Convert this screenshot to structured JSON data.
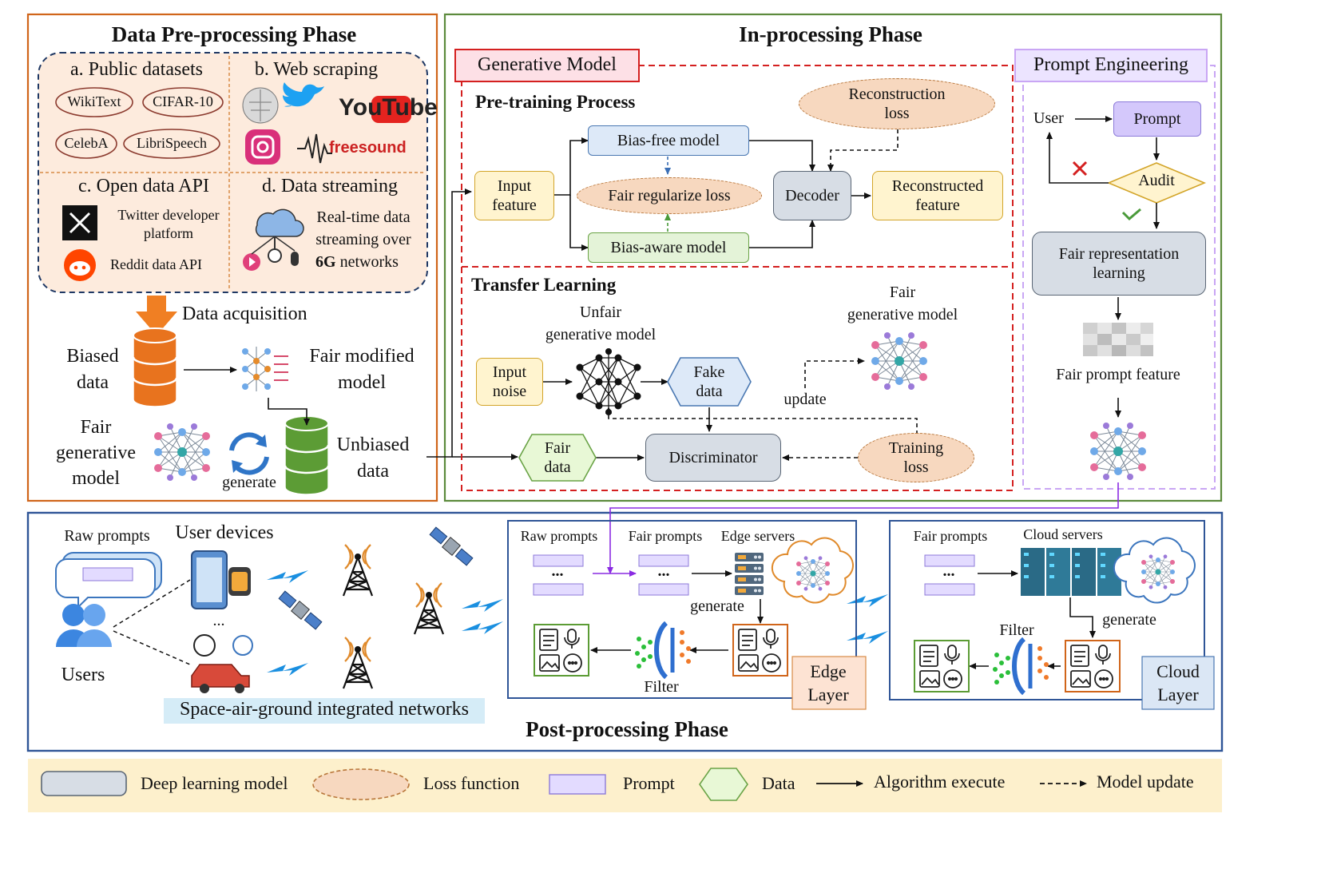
{
  "pre": {
    "title": "Data Pre-processing Phase",
    "public_title": "a. Public datasets",
    "datasets": [
      "WikiText",
      "CIFAR-10",
      "CelebA",
      "LibriSpeech"
    ],
    "web_title": "b. Web scraping",
    "web_logos": [
      "YouTube",
      "freesound"
    ],
    "api_title": "c. Open data API",
    "api_items": [
      "Twitter developer platform",
      "Reddit data API"
    ],
    "stream_title": "d. Data streaming",
    "stream_text": [
      "Real-time data",
      "streaming over"
    ],
    "stream_bold": "6G",
    "stream_tail": "networks",
    "acquisition": "Data acquisition",
    "biased": [
      "Biased",
      "data"
    ],
    "fair_modified": [
      "Fair modified",
      "model"
    ],
    "fair_gen": [
      "Fair",
      "generative",
      "model"
    ],
    "generate": "generate",
    "unbiased": [
      "Unbiased",
      "data"
    ]
  },
  "in": {
    "title": "In-processing Phase",
    "gen_model": "Generative Model",
    "prompt_eng": "Prompt Engineering",
    "pretrain_title": "Pre-training Process",
    "recon_loss": [
      "Reconstruction",
      "loss"
    ],
    "input_feature": [
      "Input",
      "feature"
    ],
    "bias_free": "Bias-free model",
    "fair_reg": "Fair regularize loss",
    "bias_aware": "Bias-aware model",
    "decoder": "Decoder",
    "recon_feature": [
      "Reconstructed",
      "feature"
    ],
    "transfer_title": "Transfer Learning",
    "unfair_gen": [
      "Unfair",
      "generative model"
    ],
    "fair_gen": [
      "Fair",
      "generative model"
    ],
    "input_noise": [
      "Input",
      "noise"
    ],
    "fake_data": [
      "Fake",
      "data"
    ],
    "update": "update",
    "fair_data": [
      "Fair",
      "data"
    ],
    "discriminator": "Discriminator",
    "training_loss": [
      "Training",
      "loss"
    ],
    "user": "User",
    "prompt": "Prompt",
    "audit": "Audit",
    "fair_rep": [
      "Fair representation",
      "learning"
    ],
    "fair_prompt_feature": "Fair prompt feature"
  },
  "post": {
    "title": "Post-processing Phase",
    "raw_prompts": "Raw prompts",
    "user_devices": "User devices",
    "users": "Users",
    "ellipsis": "...",
    "sagin": "Space-air-ground integrated networks",
    "edge_raw": "Raw prompts",
    "edge_fair": "Fair prompts",
    "edge_servers": "Edge servers",
    "edge_generate": "generate",
    "edge_filter": "Filter",
    "edge_layer": [
      "Edge",
      "Layer"
    ],
    "cloud_fair": "Fair prompts",
    "cloud_servers": "Cloud servers",
    "cloud_generate": "generate",
    "cloud_filter": "Filter",
    "cloud_layer": [
      "Cloud",
      "Layer"
    ]
  },
  "legend": {
    "deep_learning": "Deep learning model",
    "loss": "Loss function",
    "prompt": "Prompt",
    "data": "Data",
    "algorithm": "Algorithm execute",
    "model_update": "Model update"
  },
  "colors": {
    "pre_border": "#d0651a",
    "in_border": "#5c8a3c",
    "post_border": "#2f5597",
    "gen_red": "#d42020",
    "prompt_purple": "#c9a6f4",
    "legend_bg": "#fdf0cc"
  }
}
